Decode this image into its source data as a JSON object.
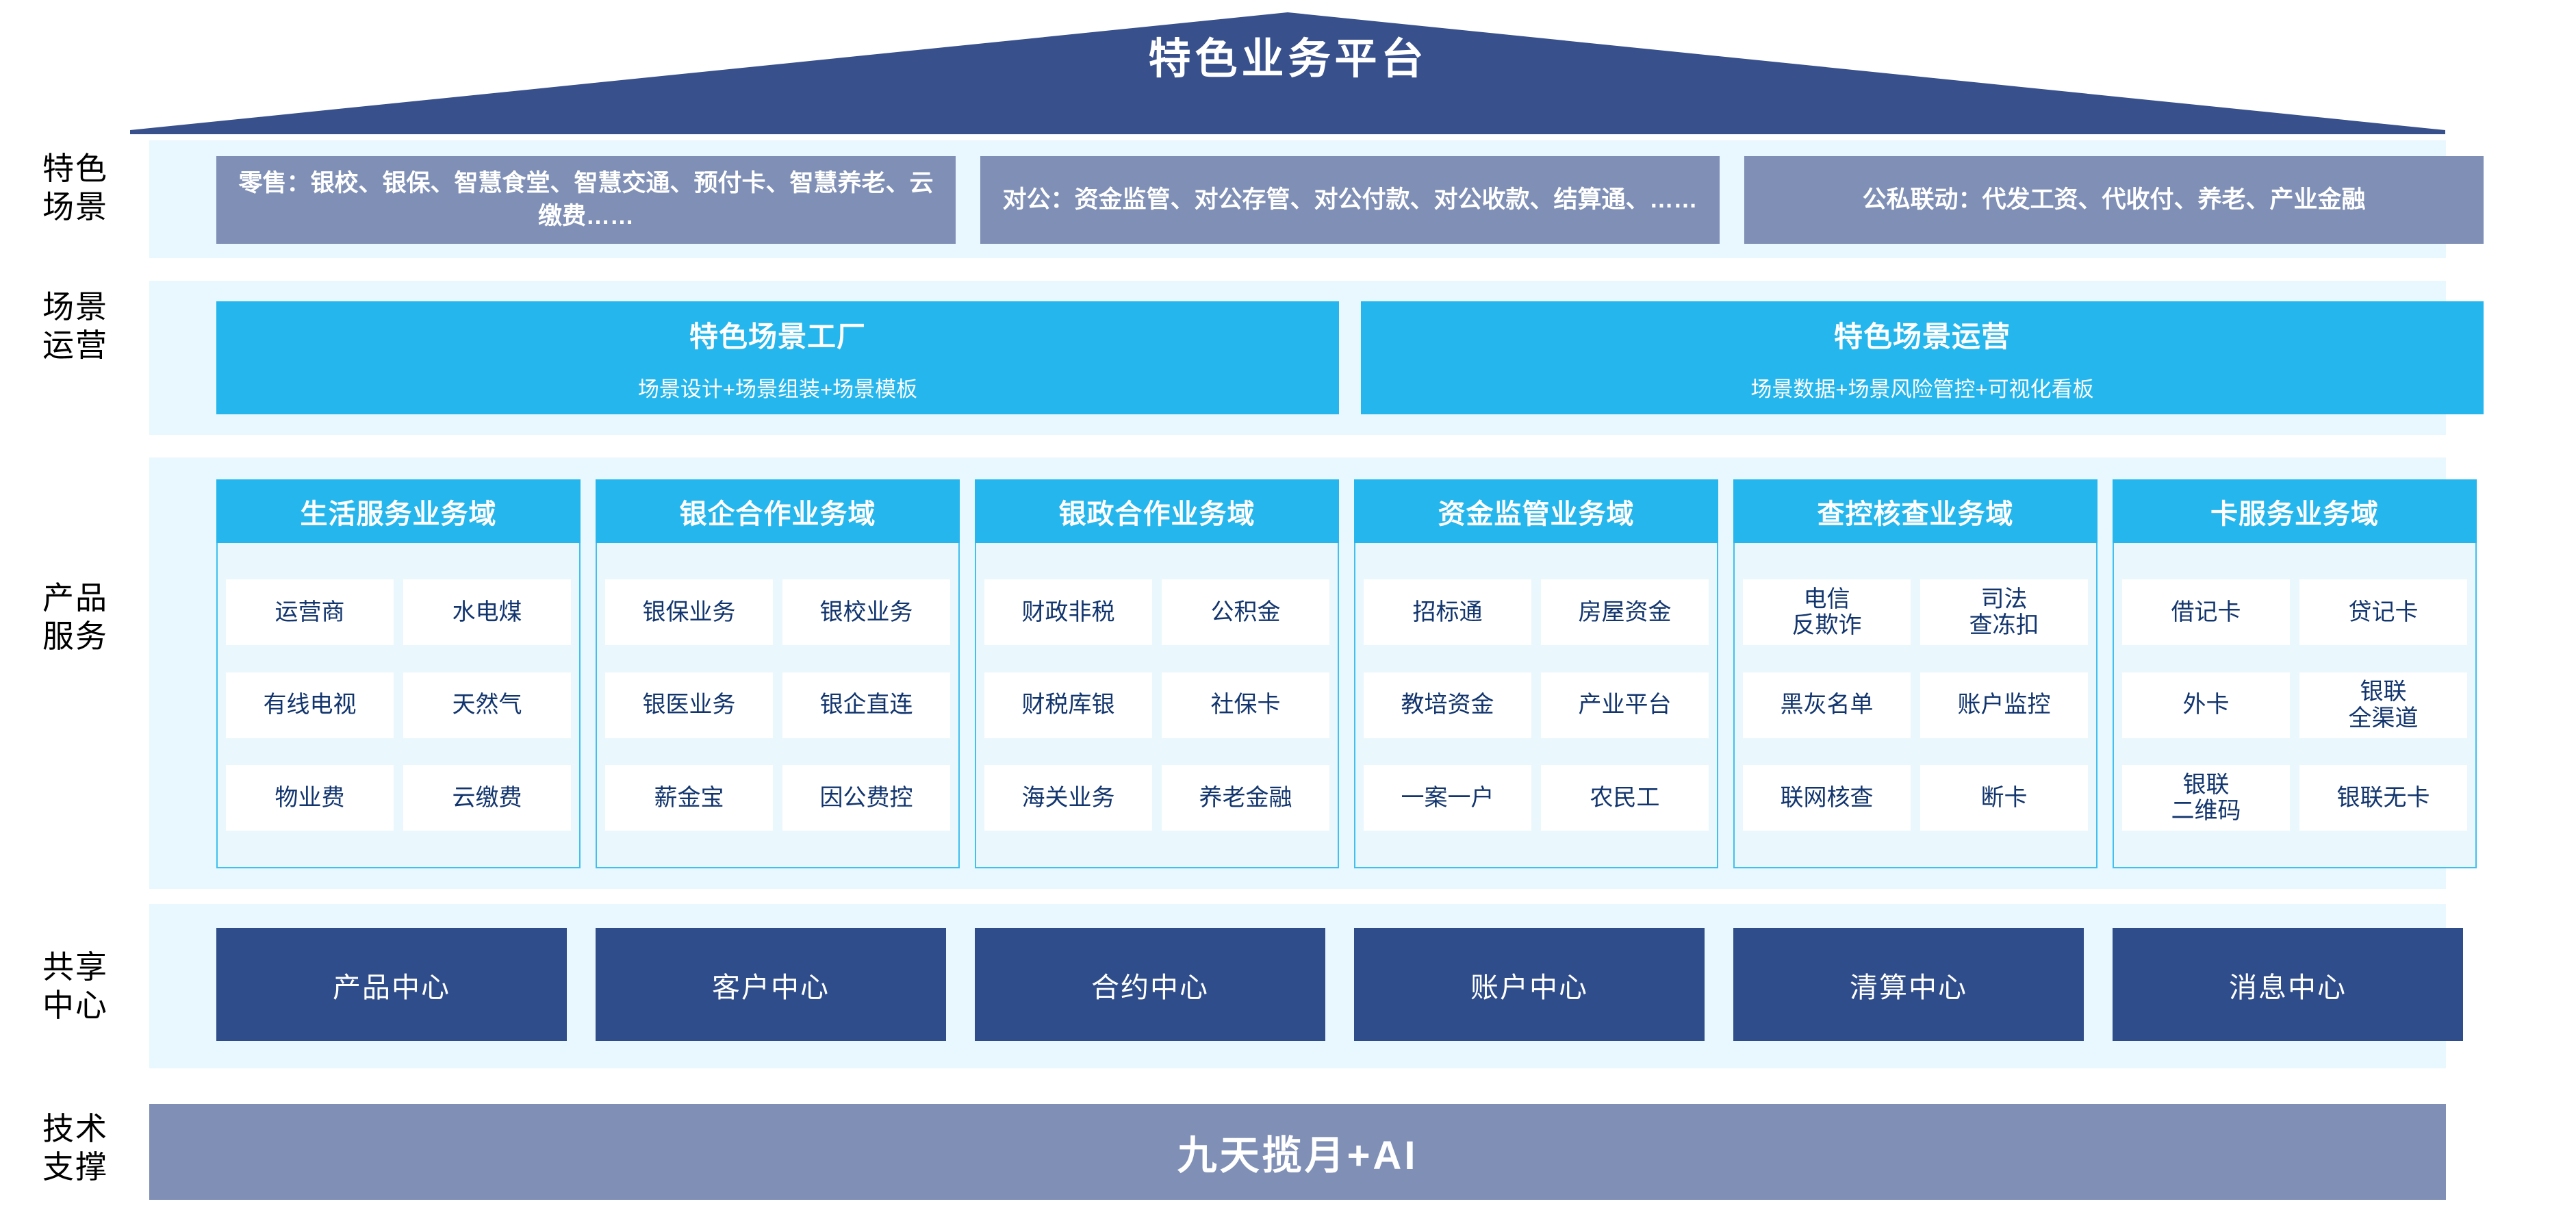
{
  "header": {
    "title": "特色业务平台",
    "roof_color": "#38508c"
  },
  "colors": {
    "panel_bg": "#e9f7fe",
    "scenario_box": "#7f8fb5",
    "cyan": "#24b6ec",
    "dark_blue": "#2f4d8a",
    "cell_text": "#12356e"
  },
  "rows": {
    "scenario": {
      "label": "特色\n场景",
      "boxes": [
        {
          "text": "零售：银校、银保、智慧食堂、智慧交通、预付卡、智慧养老、云缴费……"
        },
        {
          "text": "对公：资金监管、对公存管、对公付款、对公收款、结算通、……"
        },
        {
          "text": "公私联动：代发工资、代收付、养老、产业金融"
        }
      ]
    },
    "operation": {
      "label": "场景\n运营",
      "boxes": [
        {
          "title": "特色场景工厂",
          "subtitle": "场景设计+场景组装+场景模板"
        },
        {
          "title": "特色场景运营",
          "subtitle": "场景数据+场景风险管控+可视化看板"
        }
      ]
    },
    "products": {
      "label": "产品\n服务",
      "domains": [
        {
          "title": "生活服务业务域",
          "cells": [
            [
              "运营商",
              "水电煤"
            ],
            [
              "有线电视",
              "天然气"
            ],
            [
              "物业费",
              "云缴费"
            ]
          ]
        },
        {
          "title": "银企合作业务域",
          "cells": [
            [
              "银保业务",
              "银校业务"
            ],
            [
              "银医业务",
              "银企直连"
            ],
            [
              "薪金宝",
              "因公费控"
            ]
          ]
        },
        {
          "title": "银政合作业务域",
          "cells": [
            [
              "财政非税",
              "公积金"
            ],
            [
              "财税库银",
              "社保卡"
            ],
            [
              "海关业务",
              "养老金融"
            ]
          ]
        },
        {
          "title": "资金监管业务域",
          "cells": [
            [
              "招标通",
              "房屋资金"
            ],
            [
              "教培资金",
              "产业平台"
            ],
            [
              "一案一户",
              "农民工"
            ]
          ]
        },
        {
          "title": "查控核查业务域",
          "cells": [
            [
              "电信\n反欺诈",
              "司法\n查冻扣"
            ],
            [
              "黑灰名单",
              "账户监控"
            ],
            [
              "联网核查",
              "断卡"
            ]
          ]
        },
        {
          "title": "卡服务业务域",
          "cells": [
            [
              "借记卡",
              "贷记卡"
            ],
            [
              "外卡",
              "银联\n全渠道"
            ],
            [
              "银联\n二维码",
              "银联无卡"
            ]
          ]
        }
      ]
    },
    "shared": {
      "label": "共享\n中心",
      "boxes": [
        "产品中心",
        "客户中心",
        "合约中心",
        "账户中心",
        "清算中心",
        "消息中心"
      ]
    },
    "technology": {
      "label": "技术\n支撑",
      "bar": "九天揽月+AI"
    }
  }
}
